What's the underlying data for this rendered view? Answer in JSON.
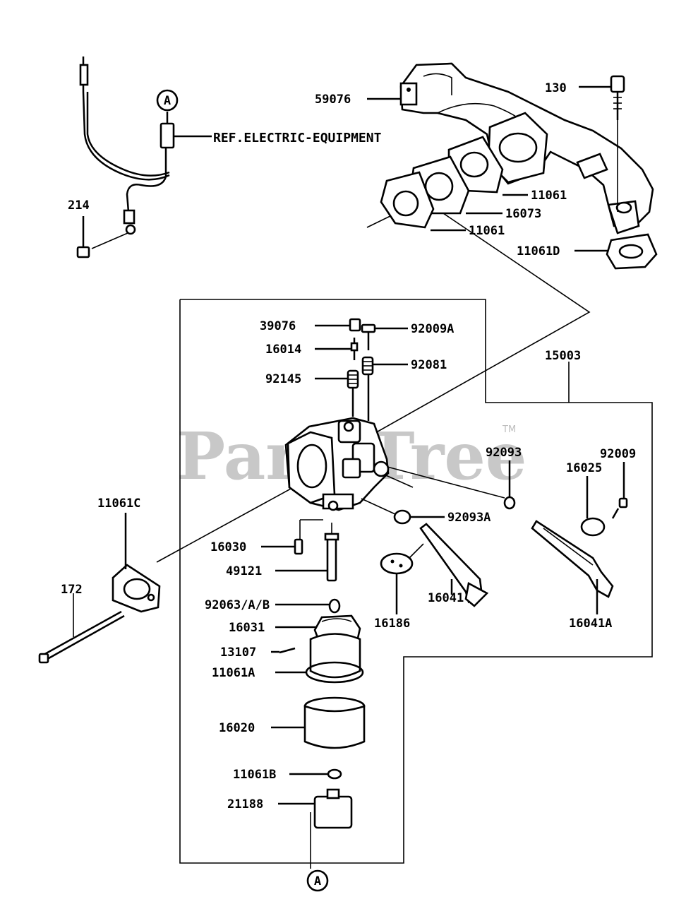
{
  "watermark": {
    "text": "PartsTree",
    "trademark": "TM"
  },
  "reference_note": "REF.ELECTRIC-EQUIPMENT",
  "connector_marker": "A",
  "part_labels": {
    "p59076": "59076",
    "p130": "130",
    "p11061_top": "11061",
    "p16073": "16073",
    "p11061_mid": "11061",
    "p11061D": "11061D",
    "p214": "214",
    "p39076": "39076",
    "p92009A": "92009A",
    "p16014": "16014",
    "p92081": "92081",
    "p92145": "92145",
    "p15003": "15003",
    "p92093": "92093",
    "p92009": "92009",
    "p16025": "16025",
    "p11061C": "11061C",
    "p92093A": "92093A",
    "p16030": "16030",
    "p49121": "49121",
    "p172": "172",
    "p16041": "16041",
    "p16041A": "16041A",
    "p92063AB": "92063/A/B",
    "p16186": "16186",
    "p16031": "16031",
    "p13107": "13107",
    "p11061A": "11061A",
    "p16020": "16020",
    "p11061B": "11061B",
    "p21188": "21188"
  }
}
